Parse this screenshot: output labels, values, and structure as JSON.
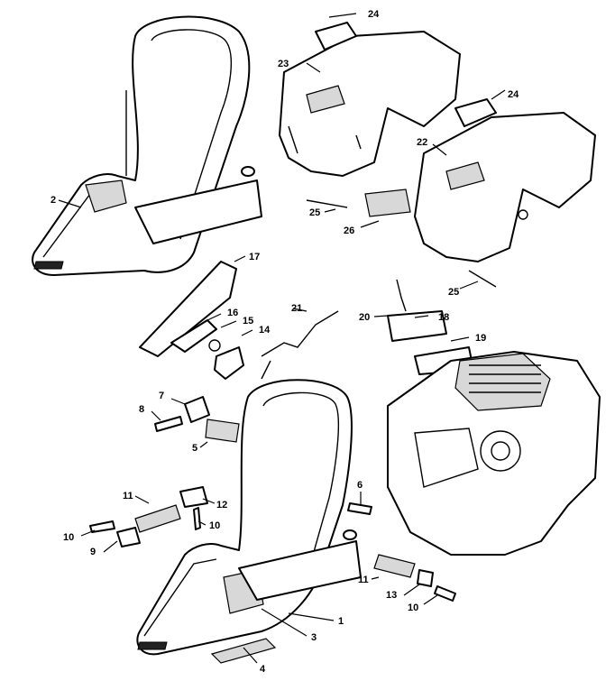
{
  "callouts": {
    "c1": "1",
    "c2": "2",
    "c3": "3",
    "c4": "4",
    "c5": "5",
    "c6": "6",
    "c7": "7",
    "c8": "8",
    "c9": "9",
    "c10a": "10",
    "c10b": "10",
    "c10c": "10",
    "c11a": "11",
    "c11b": "11",
    "c12": "12",
    "c13": "13",
    "c14": "14",
    "c15": "15",
    "c16": "16",
    "c17": "17",
    "c18": "18",
    "c19": "19",
    "c20": "20",
    "c21": "21",
    "c22": "22",
    "c23": "23",
    "c24a": "24",
    "c24b": "24",
    "c25a": "25",
    "c25b": "25",
    "c26": "26"
  }
}
